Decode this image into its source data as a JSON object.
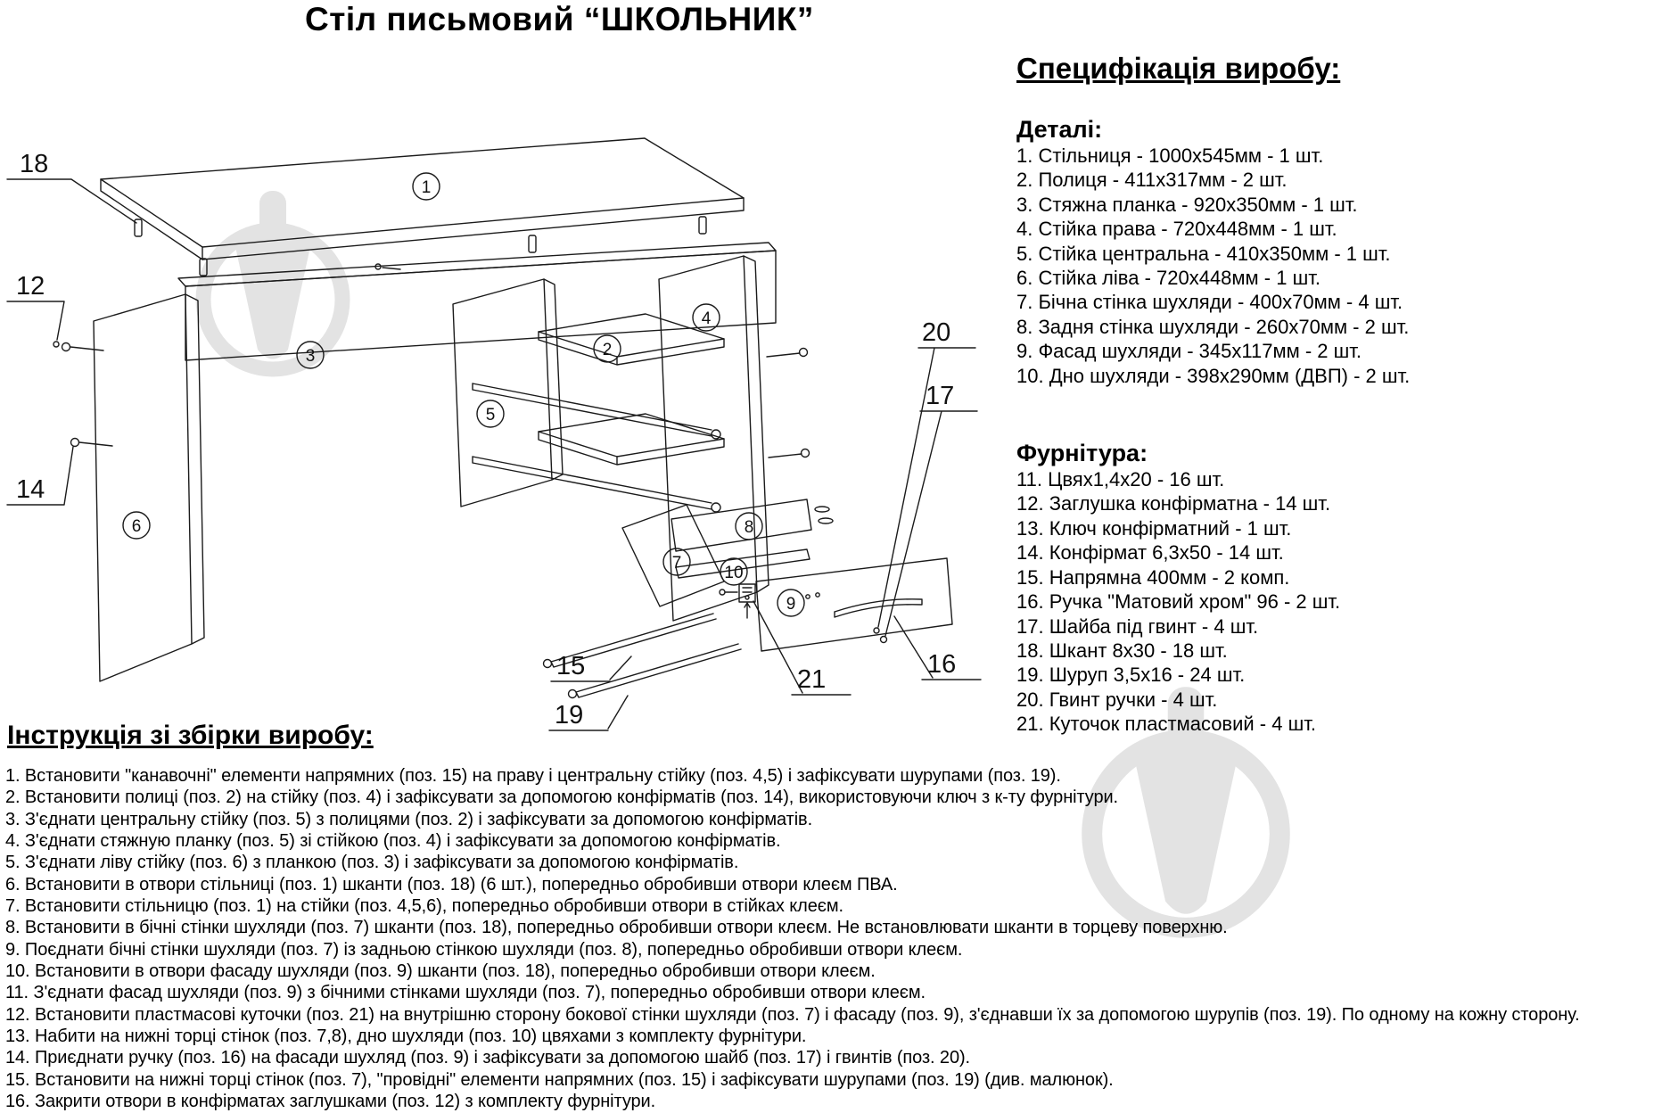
{
  "title": "Стіл письмовий “ШКОЛЬНИК”",
  "spec": {
    "header": "Специфікація виробу:",
    "details_header": "Деталі:",
    "details": [
      "1. Стільниця - 1000х545мм - 1 шт.",
      "2. Полиця - 411х317мм - 2 шт.",
      "3. Стяжна планка - 920х350мм - 1 шт.",
      "4. Стійка права - 720х448мм - 1 шт.",
      "5. Стійка центральна - 410х350мм - 1 шт.",
      "6. Стійка ліва - 720х448мм - 1 шт.",
      "7. Бічна стінка шухляди - 400х70мм - 4 шт.",
      "8. Задня стінка шухляди - 260х70мм - 2 шт.",
      "9. Фасад шухляди - 345х117мм - 2 шт.",
      "10. Дно шухляди - 398х290мм (ДВП) - 2 шт."
    ],
    "hardware_header": "Фурнітура:",
    "hardware": [
      "11. Цвях1,4х20 - 16 шт.",
      "12. Заглушка конфірматна - 14 шт.",
      "13. Ключ конфірматний - 1 шт.",
      "14. Конфірмат 6,3х50 - 14 шт.",
      "15. Напрямна 400мм - 2 комп.",
      "16. Ручка \"Матовий хром\" 96 - 2 шт.",
      "17. Шайба під гвинт - 4 шт.",
      "18. Шкант 8х30 - 18 шт.",
      "19. Шуруп 3,5х16 - 24 шт.",
      "20. Гвинт ручки - 4 шт.",
      "21. Куточок пластмасовий - 4 шт."
    ]
  },
  "instructions": {
    "header": "Інструкція зі збірки виробу:",
    "steps": [
      "1. Встановити \"канавочні\" елементи напрямних (поз. 15) на праву і центральну стійку (поз. 4,5) і зафіксувати шурупами (поз. 19).",
      "2. Встановити полиці (поз. 2) на стійку (поз. 4) і зафіксувати за допомогою конфірматів (поз. 14), використовуючи ключ з к-ту фурнітури.",
      "3. З'єднати центральну стійку (поз. 5) з полицями (поз. 2) і зафіксувати за допомогою конфірматів.",
      "4. З'єднати стяжную планку (поз. 5) зі стійкою (поз. 4) і зафіксувати за допомогою конфірматів.",
      "5. З'єднати ліву стійку (поз. 6) з планкою (поз. 3) і зафіксувати за допомогою конфірматів.",
      "6. Встановити в отвори стільниці (поз. 1) шканти (поз. 18) (6 шт.), попередньо обробивши отвори клеєм ПВА.",
      "7. Встановити стільницю (поз. 1) на стійки (поз. 4,5,6), попередньо обробивши отвори в стійках клеєм.",
      "8. Встановити в бічні стінки шухляди (поз. 7) шканти (поз. 18), попередньо обробивши отвори клеєм. Не встановлювати шканти в торцеву поверхню.",
      "9. Поєднати бічні стінки шухляди (поз. 7) із задньою стінкою шухляди (поз. 8), попередньо обробивши отвори клеєм.",
      "10. Встановити в отвори фасаду шухляди (поз. 9) шканти (поз. 18), попередньо обробивши отвори клеєм.",
      "11. З'єднати фасад шухляди (поз. 9) з бічними стінками шухляди (поз. 7), попередньо обробивши отвори клеєм.",
      "12. Встановити пластмасові куточки (поз. 21) на внутрішню сторону бокової стінки шухляди (поз. 7) і фасаду (поз. 9), з'єднавши їх за допомогою шурупів (поз. 19). По одному на кожну сторону.",
      "13. Набити на нижні торці стінок (поз. 7,8), дно шухляди (поз. 10) цвяхами з комплекту фурнітури.",
      "14. Приєднати ручку (поз. 16) на фасади шухляд (поз. 9) і зафіксувати за допомогою шайб (поз. 17) і гвинтів (поз. 20).",
      "15. Встановити на нижні торці стінок (поз. 7), \"провідні\" елементи напрямних (поз. 15) і зафіксувати шурупами (поз. 19) (див. малюнок).",
      "16. Закрити отвори в конфірматах заглушками (поз. 12) з комплекту фурнітури."
    ]
  },
  "diagram": {
    "part_callouts": [
      "1",
      "2",
      "3",
      "4",
      "5",
      "6",
      "7",
      "8",
      "9",
      "10"
    ],
    "hardware_labels": [
      "18",
      "12",
      "14",
      "20",
      "17",
      "15",
      "19",
      "21",
      "16"
    ],
    "line_color": "#1b1b1b",
    "watermark_color": "#e3e3e3"
  }
}
